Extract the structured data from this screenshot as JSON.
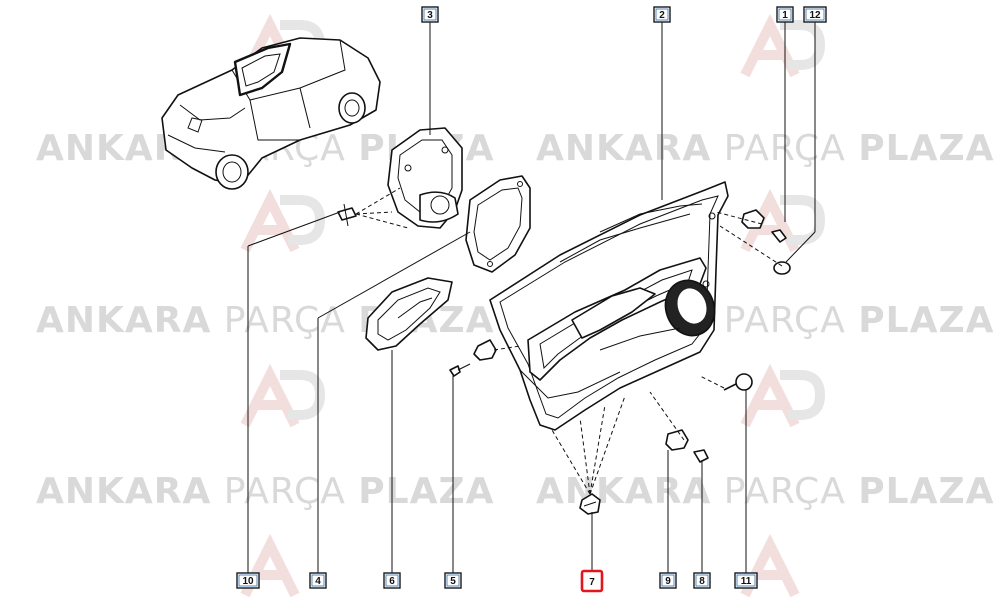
{
  "watermark": {
    "bold_a": "ANKARA",
    "light": "PARÇA",
    "bold_b": "PLAZA"
  },
  "callouts": [
    {
      "id": "c1",
      "label": "1",
      "highlight": false
    },
    {
      "id": "c2",
      "label": "2",
      "highlight": false
    },
    {
      "id": "c3",
      "label": "3",
      "highlight": false
    },
    {
      "id": "c4",
      "label": "4",
      "highlight": false
    },
    {
      "id": "c5",
      "label": "5",
      "highlight": false
    },
    {
      "id": "c6",
      "label": "6",
      "highlight": false
    },
    {
      "id": "c7",
      "label": "7",
      "highlight": true
    },
    {
      "id": "c8",
      "label": "8",
      "highlight": false
    },
    {
      "id": "c9",
      "label": "9",
      "highlight": false
    },
    {
      "id": "c10",
      "label": "10",
      "highlight": false
    },
    {
      "id": "c11",
      "label": "11",
      "highlight": false
    },
    {
      "id": "c12",
      "label": "12",
      "highlight": false
    }
  ],
  "colors": {
    "highlight": "#e4161b",
    "line": "#111111",
    "watermark": "#d9d9d9"
  }
}
